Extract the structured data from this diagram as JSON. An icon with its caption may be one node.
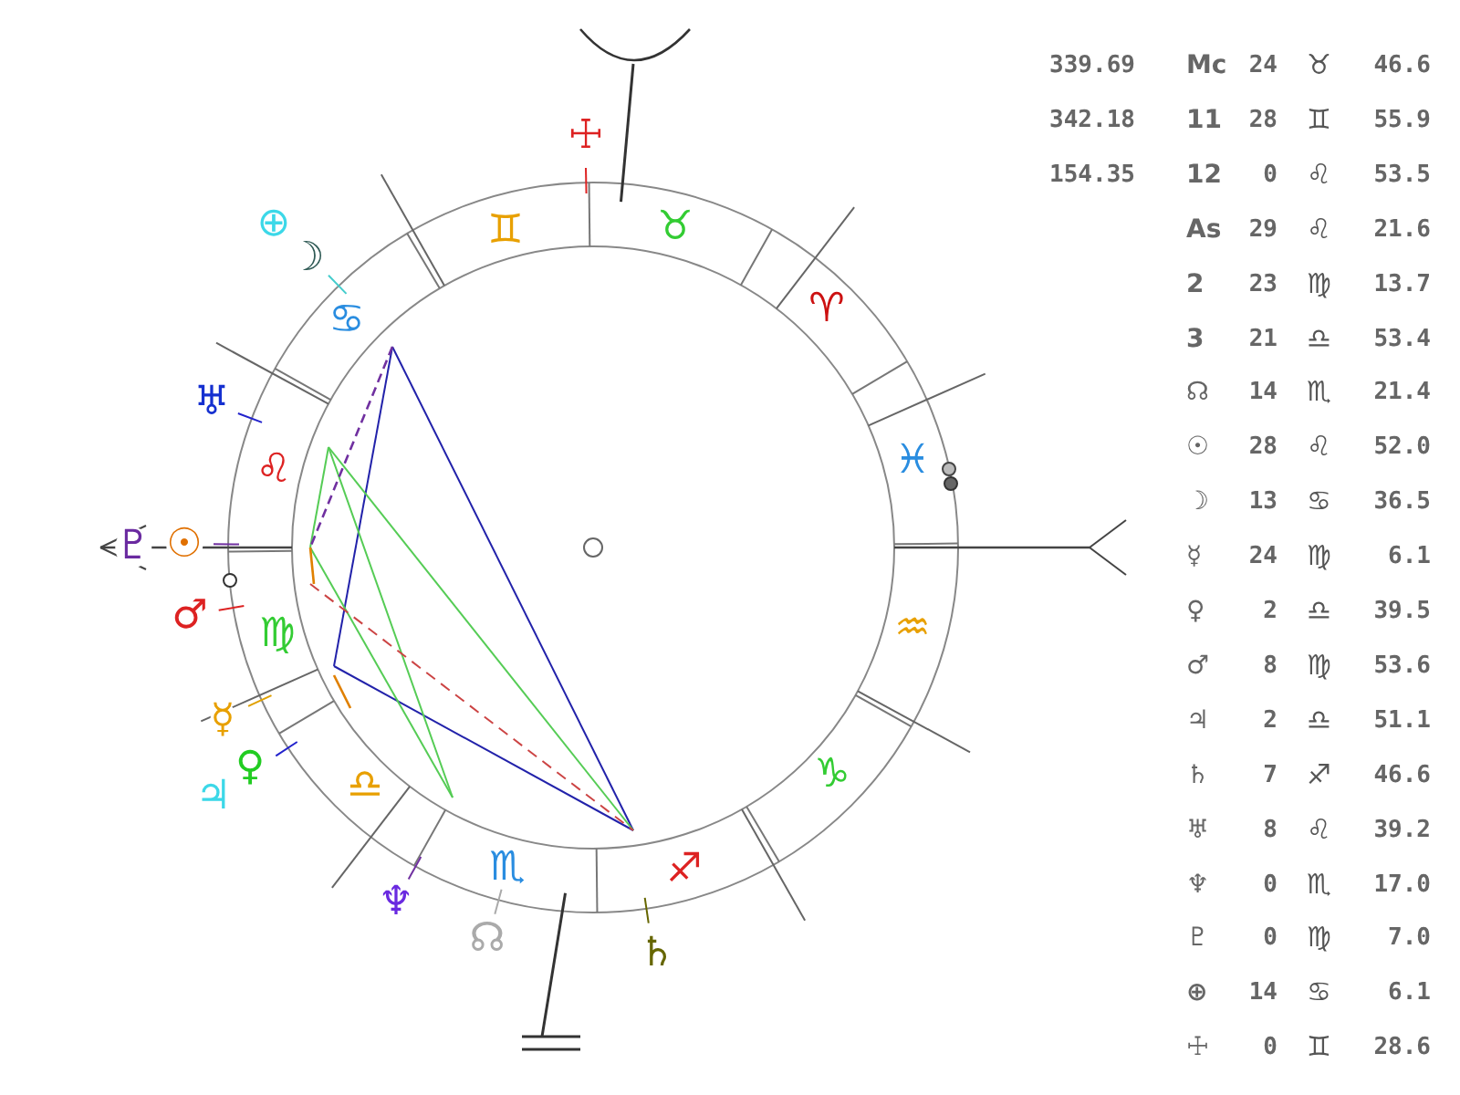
{
  "diagram": {
    "labels": [
      "☩",
      "⊕",
      "♊",
      "♉",
      "☽",
      "♋",
      "♈",
      "♅",
      "♌",
      "♓",
      "♇",
      "☉",
      "♂",
      "♍",
      "♒",
      "☿",
      "♀",
      "♃",
      "♎",
      "♑",
      "♏",
      "♐",
      "♆",
      "☊",
      "♄",
      "339.69",
      "Mc",
      "24",
      "♉",
      "46.6",
      "342.18",
      "11",
      "28",
      "♊",
      "55.9",
      "154.35",
      "12",
      "0",
      "♌",
      "53.5",
      "As",
      "29",
      "♌",
      "21.6",
      "2",
      "23",
      "♍",
      "13.7",
      "3",
      "21",
      "♎",
      "53.4",
      "☊",
      "14",
      "♏",
      "21.4",
      "☉",
      "28",
      "♌",
      "52.0",
      "☽",
      "13",
      "♋",
      "36.5",
      "☿",
      "24",
      "♍",
      "6.1",
      "♀",
      "2",
      "♎",
      "39.5",
      "♂",
      "8",
      "♍",
      "53.6",
      "♃",
      "2",
      "♎",
      "51.1",
      "♄",
      "7",
      "♐",
      "46.6",
      "♅",
      "8",
      "♌",
      "39.2",
      "♆",
      "0",
      "♏",
      "17.0",
      "♇",
      "0",
      "♍",
      "7.0",
      "⊕",
      "14",
      "♋",
      "6.1",
      "☩",
      "0",
      "♊",
      "28.6"
    ]
  }
}
